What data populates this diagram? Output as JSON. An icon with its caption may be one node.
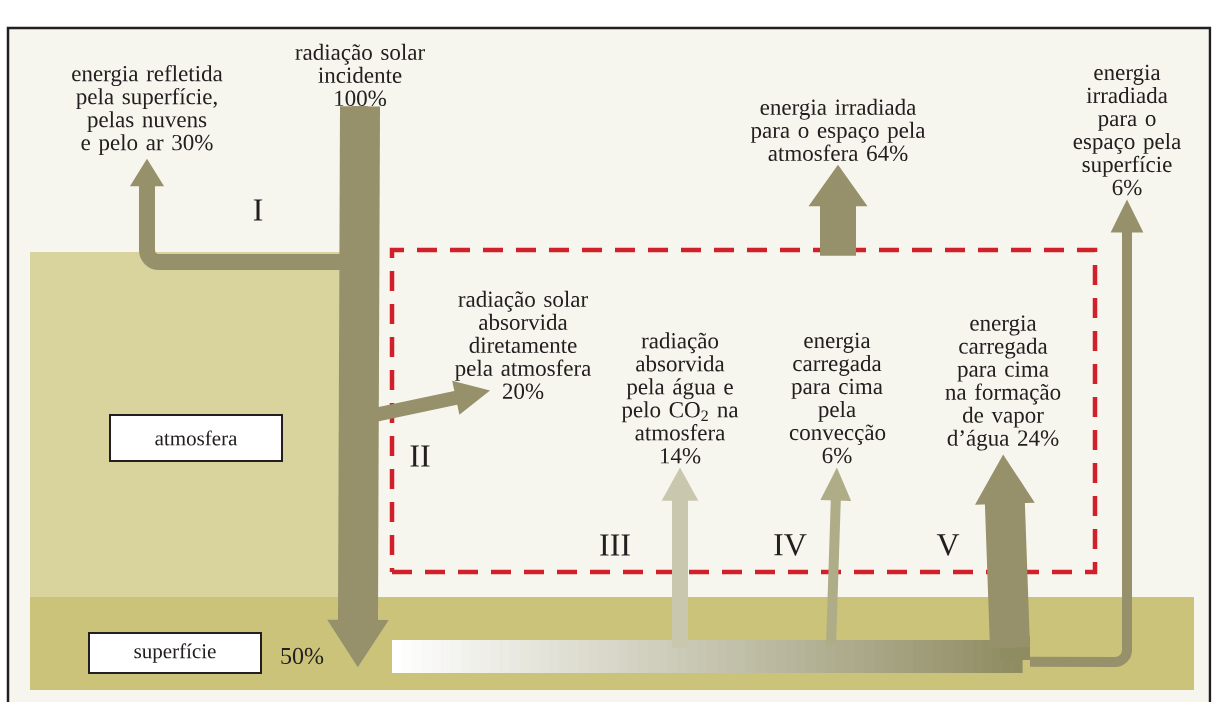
{
  "diagram": {
    "nodes": [
      {
        "text": [],
        "shape": "box"
      },
      {
        "text": [
          "atmosfera"
        ],
        "in": 0
      },
      {
        "text": [],
        "shape": "box"
      },
      {
        "text": [
          "superfície"
        ],
        "in": 2
      },
      {
        "text": [],
        "shape": "box"
      },
      {
        "text": [
          "energia refletida pela superfície, pelas nuvens e pelo ar 30%"
        ]
      },
      {
        "text": [
          "radiação solar incidente 100%"
        ]
      },
      {
        "text": [
          "radiação solar absorvida diretamente pela atmosfera 20%"
        ],
        "in": 4
      },
      {
        "text": [
          "radiação absorvida pela água e pelo CO$_{2}$ na atmosfera 14%"
        ],
        "in": 4
      },
      {
        "text": [
          "energia carregada para cima pela convecção 6%"
        ],
        "in": 4
      },
      {
        "text": [
          "energia carregada para cima na formação de vapor d’água 24%"
        ],
        "in": 4
      },
      {
        "text": [
          "energia irradiada para o espaço pela atmosfera 64%"
        ]
      },
      {
        "text": [
          "energia irradiada para o espaço pela superfície 6%"
        ]
      }
    ],
    "edges": [
      {
        "from": 6,
        "to": 2,
        "arrow": "to",
        "label": "50%",
        "style": "thick"
      },
      {
        "from": 6,
        "to": 5,
        "arrow": "to",
        "label": "I"
      },
      {
        "from": 6,
        "to": 7,
        "arrow": "to",
        "label": "II"
      },
      {
        "from": 2,
        "to": 8,
        "arrow": "to",
        "label": "III",
        "color": "#c9c7ad"
      },
      {
        "from": 2,
        "to": 9,
        "arrow": "to",
        "label": "IV",
        "color": "#afac88"
      },
      {
        "from": 2,
        "to": 10,
        "arrow": "to",
        "label": "V",
        "style": "thick"
      },
      {
        "from": 2,
        "to": 12,
        "arrow": "to"
      },
      {
        "from": 4,
        "to": 11,
        "arrow": "to",
        "style": "thick"
      }
    ]
  }
}
